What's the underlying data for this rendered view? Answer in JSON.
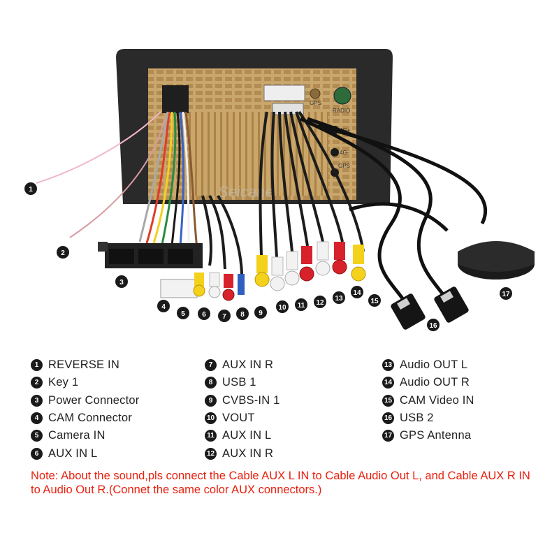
{
  "diagram": {
    "brand": "Seicane",
    "port_labels": {
      "gps": "GPS",
      "radio": "RADIO",
      "fourg_top": "4G+",
      "fourg_bottom": "4G-",
      "gps_lower": "GPS"
    }
  },
  "legend": {
    "columns": [
      [
        {
          "num": "1",
          "label": "REVERSE IN"
        },
        {
          "num": "2",
          "label": "Key 1"
        },
        {
          "num": "3",
          "label": "Power Connector"
        },
        {
          "num": "4",
          "label": "CAM Connector"
        },
        {
          "num": "5",
          "label": "Camera IN"
        },
        {
          "num": "6",
          "label": "AUX IN L"
        }
      ],
      [
        {
          "num": "7",
          "label": "AUX IN R"
        },
        {
          "num": "8",
          "label": "USB 1"
        },
        {
          "num": "9",
          "label": "CVBS-IN 1"
        },
        {
          "num": "10",
          "label": "VOUT"
        },
        {
          "num": "11",
          "label": "AUX IN L"
        },
        {
          "num": "12",
          "label": "AUX IN R"
        }
      ],
      [
        {
          "num": "13",
          "label": "Audio OUT L"
        },
        {
          "num": "14",
          "label": "Audio OUT R"
        },
        {
          "num": "15",
          "label": "CAM Video IN"
        },
        {
          "num": "16",
          "label": "USB 2"
        },
        {
          "num": "17",
          "label": "GPS Antenna"
        }
      ]
    ]
  },
  "note": "Note: About the sound,pls connect the Cable AUX L IN to Cable Audio Out L, and Cable AUX R IN to Audio Out R.(Connet the same color AUX connectors.)",
  "callouts": [
    "1",
    "2",
    "3",
    "4",
    "5",
    "6",
    "7",
    "8",
    "9",
    "10",
    "11",
    "12",
    "13",
    "14",
    "15",
    "16",
    "17"
  ],
  "colors": {
    "badge": "#1a1a1a",
    "note": "#e8200f",
    "unit_frame": "#2a2a2a",
    "unit_body": "#c9a66b",
    "rca_yellow": "#f4d21c",
    "rca_red": "#d8222b",
    "rca_white": "#f2f2f2"
  }
}
